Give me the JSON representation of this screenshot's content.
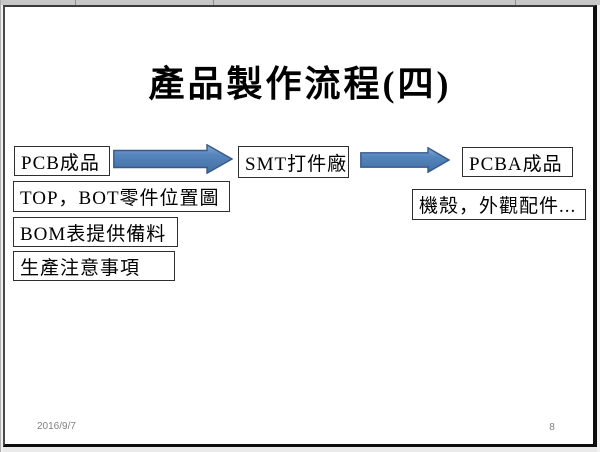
{
  "slide": {
    "title": "產品製作流程(四)",
    "footer": {
      "date": "2016/9/7",
      "page_number": "8"
    }
  },
  "flow": {
    "nodes": [
      {
        "id": "pcb",
        "label": "PCB成品"
      },
      {
        "id": "smt",
        "label": "SMT打件廠"
      },
      {
        "id": "pcba",
        "label": "PCBA成品"
      }
    ],
    "notes": [
      {
        "id": "top-bot",
        "label": "TOP，BOT零件位置圖"
      },
      {
        "id": "bom",
        "label": "BOM表提供備料"
      },
      {
        "id": "production",
        "label": "生產注意事項"
      },
      {
        "id": "case",
        "label": "機殼，外觀配件..."
      }
    ],
    "arrows": [
      {
        "from": "pcb",
        "to": "smt"
      },
      {
        "from": "smt",
        "to": "pcba"
      }
    ]
  },
  "colors": {
    "arrow_fill": "#4f81bd",
    "arrow_fill_light": "#8aa9d2",
    "arrow_fill_dark": "#44709f",
    "arrow_border": "#35598b",
    "box_border": "#2f2f2f",
    "slide_frame": "#0d0d0d",
    "footer_text": "#7f7f7f"
  }
}
